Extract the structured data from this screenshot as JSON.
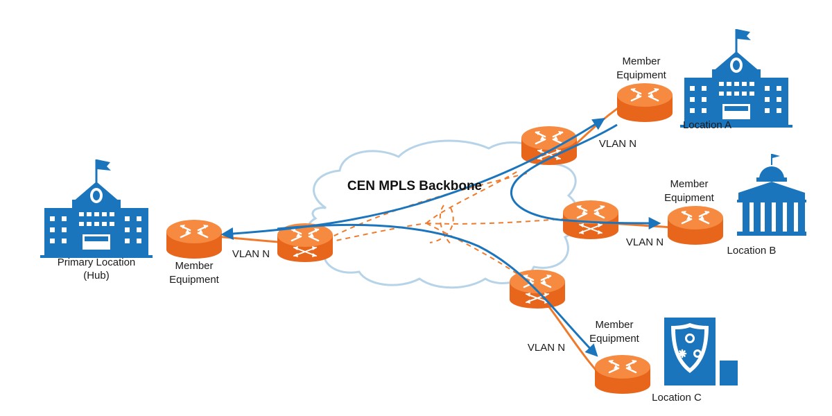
{
  "title": "CEN MPLS Backbone",
  "colors": {
    "router": "#f07a2a",
    "router_top": "#f58a40",
    "router_side": "#e8661c",
    "building": "#1b75bc",
    "link_orange": "#f07a2a",
    "tunnel_blue": "#1b75bc",
    "cloud_stroke": "#b6d3e8"
  },
  "nodes": {
    "hub": {
      "line1": "Primary Location",
      "line2": "(Hub)",
      "icon": "school-building-icon"
    },
    "hub_equipment": {
      "line1": "Member",
      "line2": "Equipment"
    },
    "location_a": {
      "label": "Location A",
      "icon": "school-building-icon"
    },
    "location_a_equipment": {
      "line1": "Member",
      "line2": "Equipment"
    },
    "location_b": {
      "label": "Location B",
      "icon": "government-building-icon"
    },
    "location_b_equipment": {
      "line1": "Member",
      "line2": "Equipment"
    },
    "location_c": {
      "label": "Location C",
      "icon": "public-safety-building-icon"
    },
    "location_c_equipment": {
      "line1": "Member",
      "line2": "Equipment"
    }
  },
  "vlan_labels": {
    "hub": "VLAN N",
    "a": "VLAN N",
    "b": "VLAN N",
    "c": "VLAN N"
  }
}
